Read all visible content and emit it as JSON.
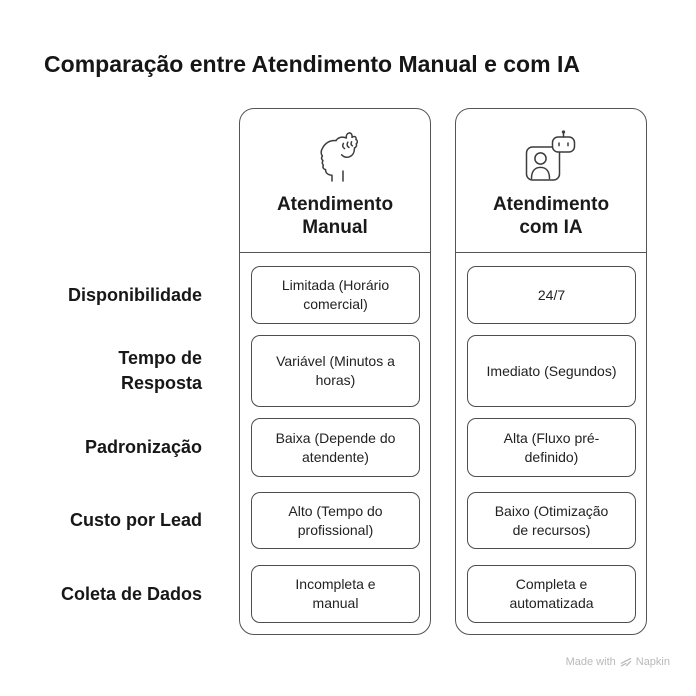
{
  "title": "Comparação entre Atendimento Manual e com IA",
  "table": {
    "columns": [
      {
        "id": "manual",
        "icon": "hand-on-head-icon",
        "label": "Atendimento\nManual"
      },
      {
        "id": "ai",
        "icon": "person-card-robot-icon",
        "label": "Atendimento\ncom IA"
      }
    ],
    "rows": [
      {
        "label": "Disponibilidade",
        "manual": "Limitada (Horário\ncomercial)",
        "ai": "24/7"
      },
      {
        "label": "Tempo de\nResposta",
        "manual": "Variável (Minutos a\nhoras)",
        "ai": "Imediato (Segundos)"
      },
      {
        "label": "Padronização",
        "manual": "Baixa (Depende do\natendente)",
        "ai": "Alta (Fluxo pré-\ndefinido)"
      },
      {
        "label": "Custo por Lead",
        "manual": "Alto (Tempo do\nprofissional)",
        "ai": "Baixo (Otimização\nde recursos)"
      },
      {
        "label": "Coleta de Dados",
        "manual": "Incompleta e\nmanual",
        "ai": "Completa e\nautomatizada"
      }
    ]
  },
  "footer": {
    "made_with": "Made with",
    "brand": "Napkin",
    "logo": "napkin-logo-icon"
  },
  "colors": {
    "background": "#ffffff",
    "text": "#1a1a1a",
    "column_border": "#545454",
    "cell_border": "#4e4e4e",
    "icon_stroke": "#3c3c3c",
    "footer_text": "#b9b9b9"
  }
}
